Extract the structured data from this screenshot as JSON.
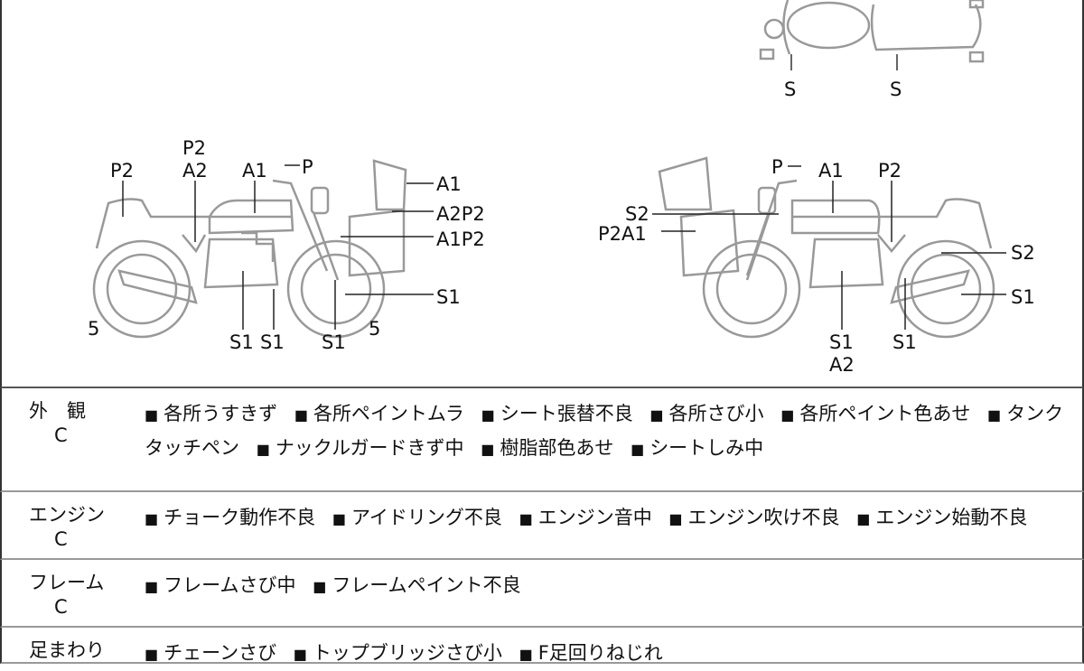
{
  "top_view": {
    "labels": [
      "S",
      "S"
    ]
  },
  "left_view": {
    "labels": {
      "p2_rear": "P2",
      "p2a2_top": "P2",
      "p2a2_bottom": "A2",
      "a1_tank": "A1",
      "p_mirror": "P",
      "a1_screen": "A1",
      "a2p2_fairing": "A2P2",
      "a1p2_fender": "A1P2",
      "s1_wheel": "S1",
      "s1_engine": "S1",
      "s1_exhaust": "S1",
      "s1_fork": "S1",
      "rear_tire": "5",
      "front_tire": "5"
    }
  },
  "right_view": {
    "labels": {
      "p_mirror": "P",
      "a1_tank": "A1",
      "p2_side": "P2",
      "s2_screen": "S2",
      "p2a1_fairing": "P2A1",
      "s2_rear": "S2",
      "s1_wheel": "S1",
      "s1_engine_1": "S1",
      "a2_engine": "A2",
      "s1_exhaust": "S1"
    }
  },
  "bullet": "■",
  "sections": [
    {
      "category": "外　観",
      "grade": "C",
      "items": [
        "各所うすきず",
        "各所ペイントムラ",
        "シート張替不良",
        "各所さび小",
        "各所ペイント色あせ",
        "タンクタッチペン",
        "ナックルガードきず中",
        "樹脂部色あせ",
        "シートしみ中"
      ]
    },
    {
      "category": "エンジン",
      "grade": "C",
      "items": [
        "チョーク動作不良",
        "アイドリング不良",
        "エンジン音中",
        "エンジン吹け不良",
        "エンジン始動不良"
      ]
    },
    {
      "category": "フレーム",
      "grade": "C",
      "items": [
        "フレームさび中",
        "フレームペイント不良"
      ]
    },
    {
      "category": "足まわり",
      "grade": "",
      "items": [
        "チェーンさび",
        "トップブリッジさび小",
        "F足回りねじれ"
      ]
    }
  ]
}
